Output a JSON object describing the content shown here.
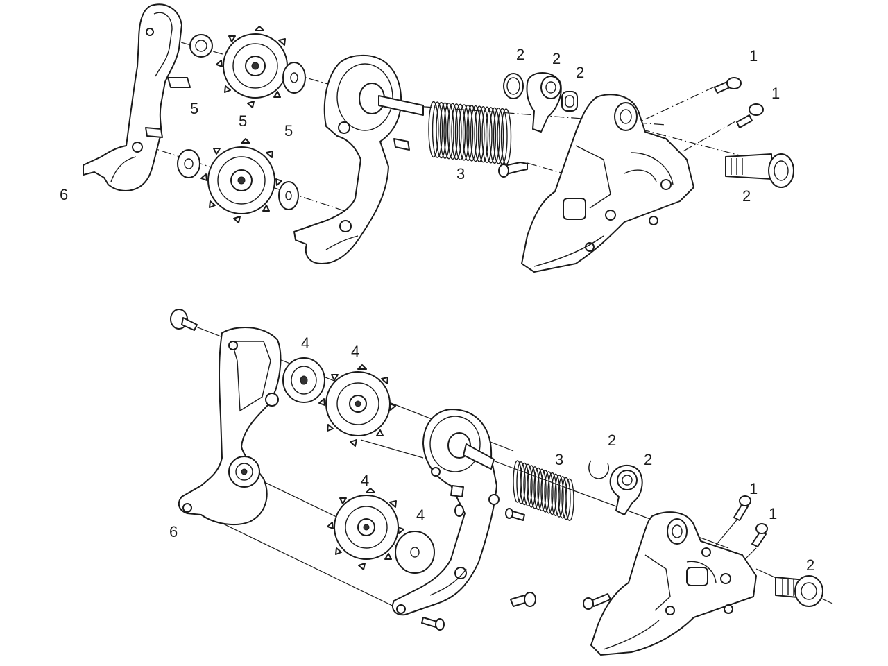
{
  "top_view": {
    "callouts": [
      {
        "id": "t1a",
        "text": "1"
      },
      {
        "id": "t1b",
        "text": "1"
      },
      {
        "id": "t2a",
        "text": "2"
      },
      {
        "id": "t2b",
        "text": "2"
      },
      {
        "id": "t2c",
        "text": "2"
      },
      {
        "id": "t2d",
        "text": "2"
      },
      {
        "id": "t3",
        "text": "3"
      },
      {
        "id": "t5a",
        "text": "5"
      },
      {
        "id": "t5b",
        "text": "5"
      },
      {
        "id": "t5c",
        "text": "5"
      },
      {
        "id": "t6",
        "text": "6"
      }
    ]
  },
  "bottom_view": {
    "callouts": [
      {
        "id": "b1a",
        "text": "1"
      },
      {
        "id": "b1b",
        "text": "1"
      },
      {
        "id": "b2a",
        "text": "2"
      },
      {
        "id": "b2b",
        "text": "2"
      },
      {
        "id": "b2c",
        "text": "2"
      },
      {
        "id": "b3",
        "text": "3"
      },
      {
        "id": "b4a",
        "text": "4"
      },
      {
        "id": "b4b",
        "text": "4"
      },
      {
        "id": "b4c",
        "text": "4"
      },
      {
        "id": "b4d",
        "text": "4"
      },
      {
        "id": "b6",
        "text": "6"
      }
    ]
  },
  "colors": {
    "line": "#1a1a1a",
    "background": "#ffffff"
  }
}
